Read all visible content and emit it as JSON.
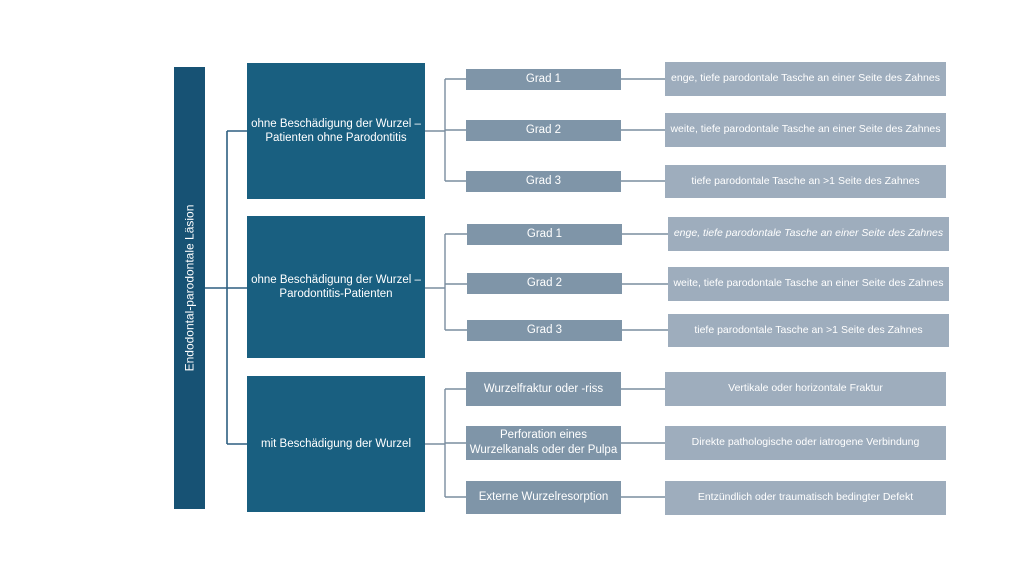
{
  "diagram": {
    "root": {
      "label": "Endodontal-parodontale Läsion"
    },
    "branches": [
      {
        "label": "ohne Beschädigung der Wurzel – Patienten ohne Parodontitis",
        "children": [
          {
            "label": "Grad 1",
            "description": "enge, tiefe parodontale Tasche an einer Seite des Zahnes"
          },
          {
            "label": "Grad 2",
            "description": "weite, tiefe parodontale Tasche an einer Seite des Zahnes"
          },
          {
            "label": "Grad 3",
            "description": "tiefe parodontale Tasche an >1 Seite des Zahnes"
          }
        ]
      },
      {
        "label": "ohne Beschädigung der Wurzel – Parodontitis-Patienten",
        "children": [
          {
            "label": "Grad 1",
            "description": "enge, tiefe parodontale Tasche an einer Seite des Zahnes"
          },
          {
            "label": "Grad 2",
            "description": "weite, tiefe parodontale Tasche an einer Seite des Zahnes"
          },
          {
            "label": "Grad 3",
            "description": "tiefe parodontale Tasche an >1 Seite des Zahnes"
          }
        ]
      },
      {
        "label": "mit Beschädigung der Wurzel",
        "children": [
          {
            "label": "Wurzelfraktur oder -riss",
            "description": "Vertikale oder horizontale Fraktur"
          },
          {
            "label": "Perforation eines Wurzelkanals oder der Pulpa",
            "description": "Direkte pathologische oder iatrogene Verbindung"
          },
          {
            "label": "Externe Wurzelresorption",
            "description": "Entzündlich oder traumatisch bedingter Defekt"
          }
        ]
      }
    ]
  }
}
